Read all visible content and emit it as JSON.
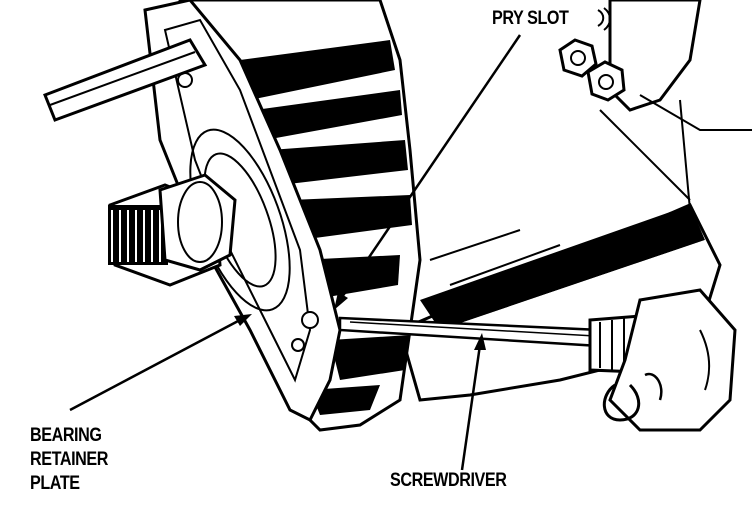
{
  "labels": {
    "pry_slot": "PRY SLOT",
    "bearing_retainer_plate_line1": "BEARING",
    "bearing_retainer_plate_line2": "RETAINER",
    "bearing_retainer_plate_line3": "PLATE",
    "screwdriver": "SCREWDRIVER"
  },
  "colors": {
    "ink": "#000000",
    "paper": "#ffffff"
  }
}
